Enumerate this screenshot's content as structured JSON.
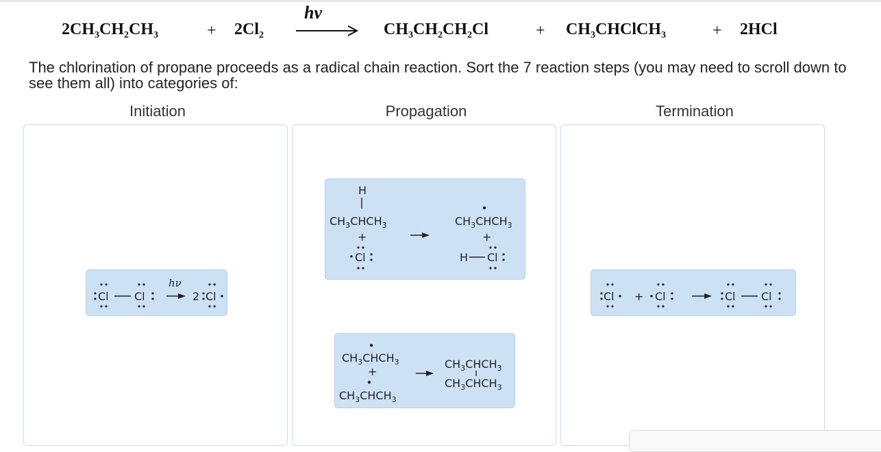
{
  "equation": {
    "reactant1": "2CH",
    "reactant1_parts": [
      "2CH",
      "3",
      "CH",
      "2",
      "CH",
      "3"
    ],
    "reactant2_parts": [
      "2Cl",
      "2"
    ],
    "plus": "+",
    "condition": "hν",
    "product1_parts": [
      "CH",
      "3",
      "CH",
      "2",
      "CH",
      "2",
      "Cl"
    ],
    "product2_parts": [
      "CH",
      "3",
      "CHClCH",
      "3"
    ],
    "product3": "2HCl"
  },
  "instructions": "The chlorination of propane proceeds as a radical chain reaction. Sort the 7 reaction steps (you may need to scroll down to see them all) into categories of:",
  "bins": [
    {
      "label": "Initiation"
    },
    {
      "label": "Propagation"
    },
    {
      "label": "Termination"
    }
  ],
  "tiles": {
    "initiation_1": {
      "cl_left": "Cl",
      "cl_right": "Cl",
      "condition": "hν",
      "coef": "2",
      "cl_product": "Cl"
    },
    "propagation_1": {
      "h_label": "H",
      "reactant_main": "CH",
      "plus": "+",
      "radical": "Cl",
      "product_main": "CH",
      "h_product": "H",
      "cl_product": "Cl"
    },
    "propagation_2": {
      "plus": "+"
    },
    "termination_1": {
      "cl_a": "Cl",
      "plus": "+",
      "cl_b": "Cl",
      "cl_left": "Cl",
      "cl_right": "Cl"
    },
    "fragments": {
      "ch": "CH",
      "three": "3",
      "chch": "CHCH"
    }
  }
}
